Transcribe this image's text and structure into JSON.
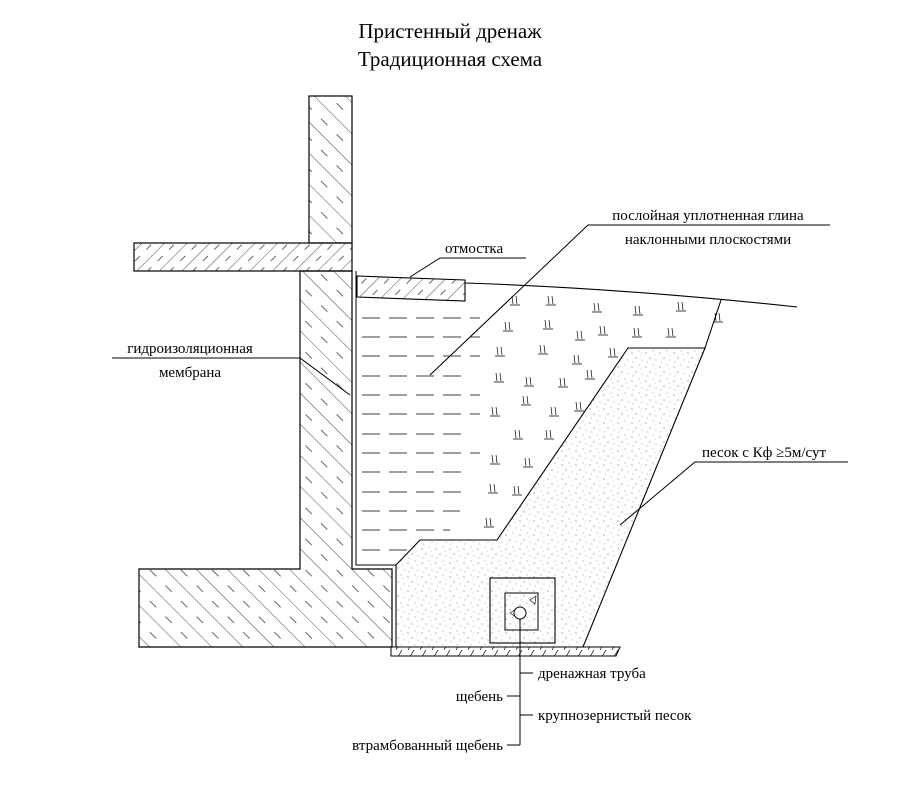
{
  "title": {
    "line1": "Пристенный дренаж",
    "line2": "Традиционная схема"
  },
  "labels": {
    "clay_line1": "послойная уплотненная глина",
    "clay_line2": "наклонными плоскостями",
    "blind_area": "отмостка",
    "membrane_line1": "гидроизоляционная",
    "membrane_line2": "мембрана",
    "sand": "песок с Кф ≥5м/сут",
    "drain_pipe": "дренажная труба",
    "gravel": "щебень",
    "coarse_sand": "крупнозернистый песок",
    "compacted_gravel": "втрамбованный щебень"
  },
  "colors": {
    "line": "#000000",
    "background": "#ffffff",
    "stipple": "#777777"
  }
}
